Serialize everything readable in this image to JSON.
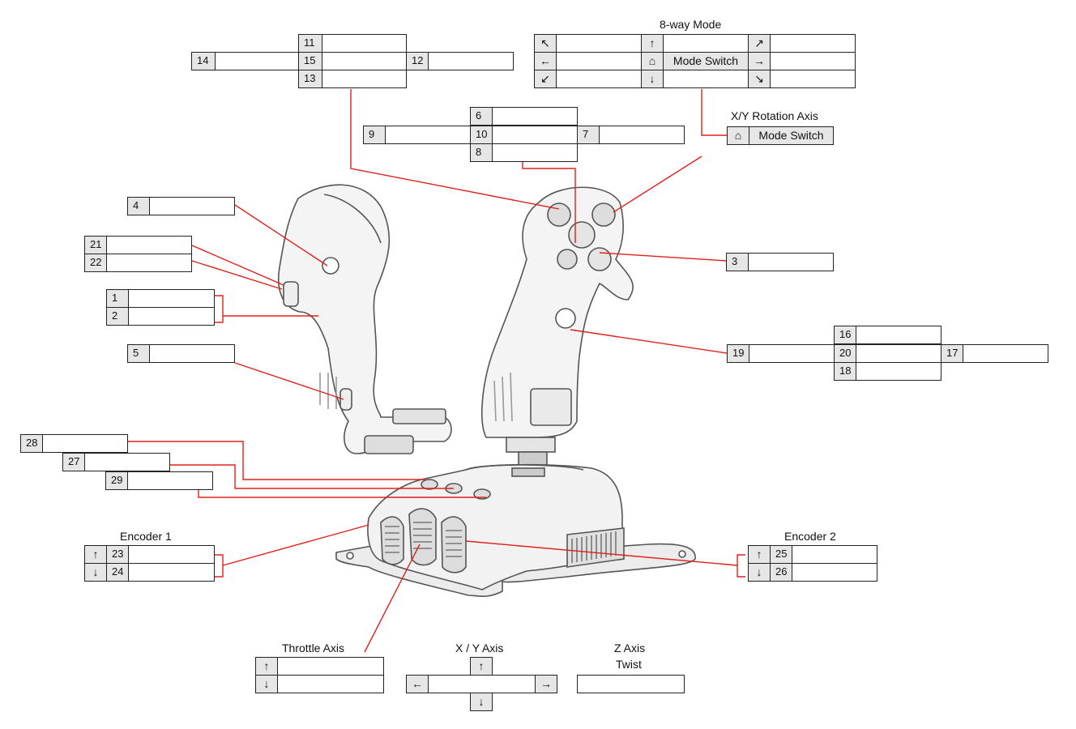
{
  "titles": {
    "eight_way": "8-way Mode",
    "rotation_axis": "X/Y Rotation Axis",
    "encoder1": "Encoder 1",
    "encoder2": "Encoder 2",
    "throttle_axis": "Throttle Axis",
    "xy_axis": "X / Y Axis",
    "z_axis": "Z Axis",
    "twist": "Twist"
  },
  "mode_switch": "Mode Switch",
  "arrows": {
    "up": "↑",
    "down": "↓",
    "left": "←",
    "right": "→",
    "nw": "↖",
    "ne": "↗",
    "sw": "↙",
    "se": "↘",
    "home": "⌂"
  },
  "buttons": {
    "b1": "1",
    "b2": "2",
    "b3": "3",
    "b4": "4",
    "b5": "5",
    "b6": "6",
    "b7": "7",
    "b8": "8",
    "b9": "9",
    "b10": "10",
    "b11": "11",
    "b12": "12",
    "b13": "13",
    "b14": "14",
    "b15": "15",
    "b16": "16",
    "b17": "17",
    "b18": "18",
    "b19": "19",
    "b20": "20",
    "b21": "21",
    "b22": "22",
    "b23": "23",
    "b24": "24",
    "b25": "25",
    "b26": "26",
    "b27": "27",
    "b28": "28",
    "b29": "29"
  },
  "colors": {
    "line": "#e0201c",
    "cell_fill": "#e6e6e6",
    "border": "#222222"
  }
}
